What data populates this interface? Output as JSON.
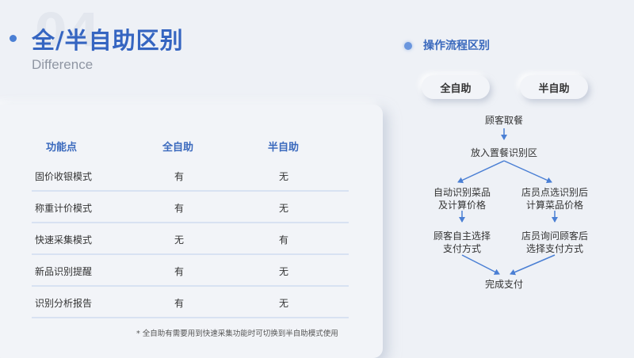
{
  "header": {
    "number": "04",
    "title": "全/半自助区别",
    "subtitle": "Difference"
  },
  "table": {
    "headers": [
      "功能点",
      "全自助",
      "半自助"
    ],
    "rows": [
      [
        "固价收银模式",
        "有",
        "无"
      ],
      [
        "称重计价模式",
        "有",
        "无"
      ],
      [
        "快速采集模式",
        "无",
        "有"
      ],
      [
        "新品识别提醒",
        "有",
        "无"
      ],
      [
        "识别分析报告",
        "有",
        "无"
      ]
    ],
    "note": "* 全自助有需要用到快速采集功能时可切换到半自助模式使用"
  },
  "flow": {
    "section_title": "操作流程区别",
    "modes": [
      "全自助",
      "半自助"
    ],
    "step1": "顾客取餐",
    "step2": "放入置餐识别区",
    "left": {
      "a_line1": "自动识别菜品",
      "a_line2": "及计算价格",
      "b_line1": "顾客自主选择",
      "b_line2": "支付方式"
    },
    "right": {
      "a_line1": "店员点选识别后",
      "a_line2": "计算菜品价格",
      "b_line1": "店员询问顾客后",
      "b_line2": "选择支付方式"
    },
    "end": "完成支付",
    "accent": "#4a7fd4"
  }
}
